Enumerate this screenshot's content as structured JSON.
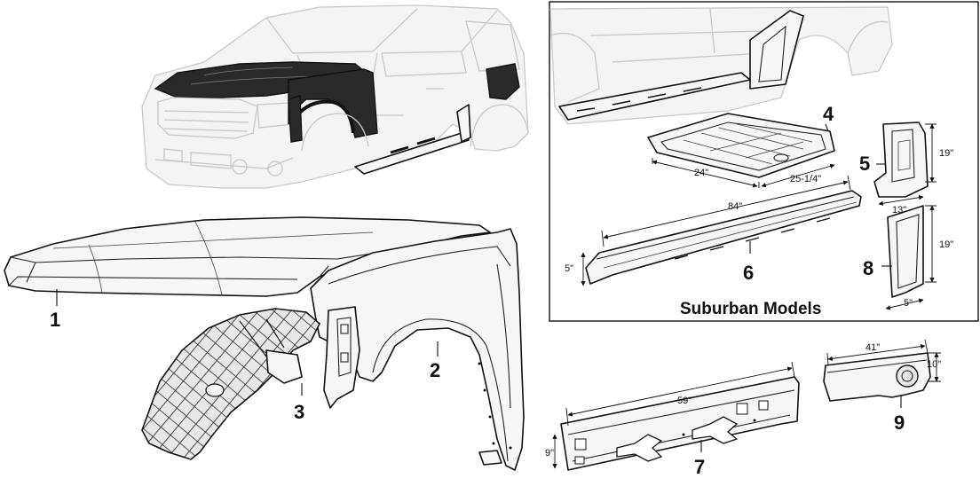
{
  "inset": {
    "title": "Suburban Models"
  },
  "callouts": {
    "c1": "1",
    "c2": "2",
    "c3": "3",
    "c4": "4",
    "c5": "5",
    "c6": "6",
    "c7": "7",
    "c8": "8",
    "c9": "9"
  },
  "dimensions": {
    "floor_width": "24\"",
    "floor_depth": "25-1/4\"",
    "rocker_length": "84\"",
    "rocker_height": "5\"",
    "pillar_height": "19\"",
    "pillar_width": "13\"",
    "lower_pillar_height": "19\"",
    "lower_pillar_width": "5\"",
    "cab_corner_length": "59\"",
    "cab_corner_height": "9\"",
    "quarter_length": "41\"",
    "quarter_height": "10\""
  }
}
